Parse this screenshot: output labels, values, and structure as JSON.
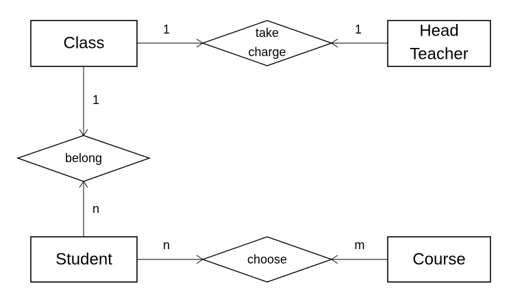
{
  "entities": {
    "class": {
      "label": "Class"
    },
    "head_teacher": {
      "line1": "Head",
      "line2": "Teacher"
    },
    "student": {
      "label": "Student"
    },
    "course": {
      "label": "Course"
    }
  },
  "relationships": {
    "take_charge": {
      "line1": "take",
      "line2": "charge"
    },
    "belong": {
      "label": "belong"
    },
    "choose": {
      "label": "choose"
    }
  },
  "cardinalities": {
    "class_take_charge": "1",
    "head_teacher_take_charge": "1",
    "class_belong": "1",
    "student_belong": "n",
    "student_choose": "n",
    "course_choose": "m"
  }
}
